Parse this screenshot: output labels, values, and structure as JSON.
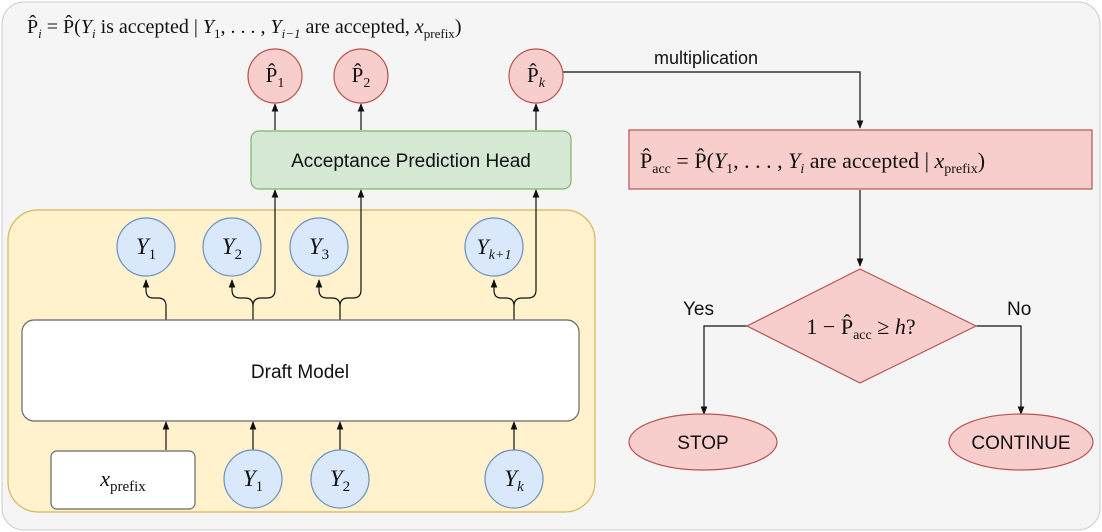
{
  "formula_top": {
    "lhs_symbol": "P̂",
    "lhs_sub": "i",
    "eq": " = ",
    "rhs_symbol": "P̂",
    "open": "(",
    "y": "Y",
    "y_sub": "i",
    "phrase1": " is accepted | ",
    "y1": "Y",
    "y1_sub": "1",
    "dots": ", . . . , ",
    "ylast": "Y",
    "ylast_sub": "i−1",
    "phrase2": " are accepted, ",
    "x": "x",
    "x_sub": "prefix",
    "close": ")"
  },
  "top_nodes": [
    {
      "symbol": "P̂",
      "sub": "1"
    },
    {
      "symbol": "P̂",
      "sub": "2"
    },
    {
      "symbol": "P̂",
      "sub": "k"
    }
  ],
  "multiplication_label": "multiplication",
  "head_label": "Acceptance Prediction Head",
  "acc_box": {
    "lhs_symbol": "P̂",
    "lhs_sub": "acc",
    "eq": " = ",
    "rhs_symbol": "P̂",
    "open": "(",
    "y1": "Y",
    "y1_sub": "1",
    "dots": ", . . . , ",
    "yi": "Y",
    "yi_sub": "i",
    "phrase": " are accepted | ",
    "x": "x",
    "x_sub": "prefix",
    "close": ")"
  },
  "output_tokens": [
    {
      "symbol": "Y",
      "sub": "1"
    },
    {
      "symbol": "Y",
      "sub": "2"
    },
    {
      "symbol": "Y",
      "sub": "3"
    },
    {
      "symbol": "Y",
      "sub": "k+1"
    }
  ],
  "draft_model_label": "Draft Model",
  "prefix_input": {
    "symbol": "x",
    "sub": "prefix"
  },
  "input_tokens": [
    {
      "symbol": "Y",
      "sub": "1"
    },
    {
      "symbol": "Y",
      "sub": "2"
    },
    {
      "symbol": "Y",
      "sub": "k"
    }
  ],
  "decision": {
    "one": "1 − ",
    "symbol": "P̂",
    "sub": "acc",
    "geq": " ≥ ",
    "h": "h",
    "q": "?"
  },
  "yes_label": "Yes",
  "no_label": "No",
  "stop_label": "STOP",
  "continue_label": "CONTINUE",
  "colors": {
    "red_fill": "#f8cecc",
    "red_stroke": "#b85450",
    "green_fill": "#d5e8d4",
    "green_stroke": "#82b366",
    "blue_fill": "#dae8fc",
    "blue_stroke": "#6c8ebf",
    "yellow_fill": "#fff2cc",
    "yellow_stroke": "#d6b656",
    "canvas_fill": "#f5f5f5",
    "canvas_stroke": "#cccccc"
  }
}
